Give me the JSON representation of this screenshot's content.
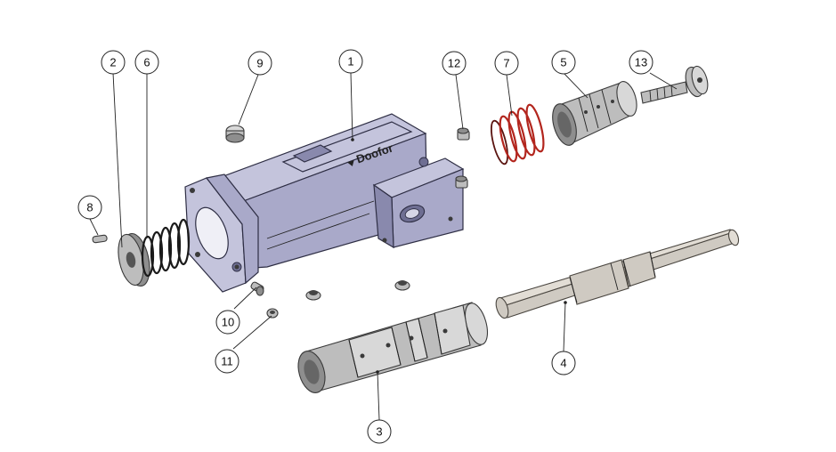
{
  "logo": {
    "text": "Doofor"
  },
  "callouts": [
    {
      "id": "c1",
      "label": "1"
    },
    {
      "id": "c2",
      "label": "2"
    },
    {
      "id": "c3",
      "label": "3"
    },
    {
      "id": "c4",
      "label": "4"
    },
    {
      "id": "c5",
      "label": "5"
    },
    {
      "id": "c6",
      "label": "6"
    },
    {
      "id": "c7",
      "label": "7"
    },
    {
      "id": "c8",
      "label": "8"
    },
    {
      "id": "c9",
      "label": "9"
    },
    {
      "id": "c10",
      "label": "10"
    },
    {
      "id": "c11",
      "label": "11"
    },
    {
      "id": "c12",
      "label": "12"
    },
    {
      "id": "c13",
      "label": "13"
    }
  ]
}
